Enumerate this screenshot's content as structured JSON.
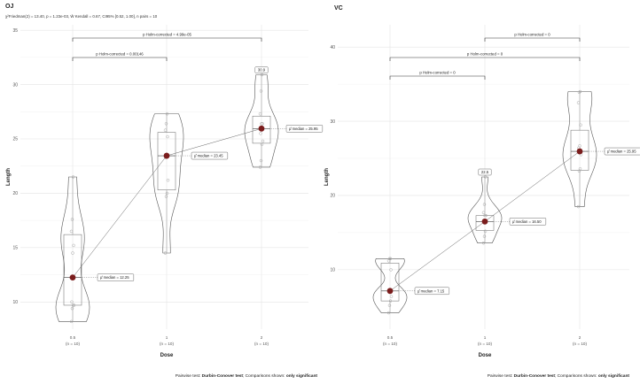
{
  "chart_data": [
    {
      "type": "violin",
      "title": "OJ",
      "subtitle": "χ²Friedman(2) = 13.40, p = 1.23e-03, Ŵ Kendall = 0.67, CI95% [0.52, 1.00], n pairs = 10",
      "xlabel": "Dose",
      "ylabel": "Length",
      "ylim": [
        7.5,
        35.5
      ],
      "yticks": [
        10,
        15,
        20,
        25,
        30,
        35
      ],
      "categories": [
        "0.5",
        "1",
        "2"
      ],
      "category_counts": [
        "(n = 10)",
        "(n = 10)",
        "(n = 10)"
      ],
      "series": [
        {
          "x": "0.5",
          "points": [
            8.2,
            9.4,
            9.7,
            9.7,
            10.0,
            14.5,
            15.2,
            16.5,
            17.6,
            21.5
          ],
          "median": 12.25,
          "q1": 9.7,
          "q3": 16.2,
          "median_label": "μ̂ median = 12.25"
        },
        {
          "x": "1",
          "points": [
            14.5,
            19.7,
            20.0,
            21.2,
            23.3,
            23.6,
            25.2,
            25.8,
            26.4,
            27.3
          ],
          "median": 23.45,
          "q1": 20.3,
          "q3": 25.6,
          "median_label": "μ̂ median = 23.45"
        },
        {
          "x": "2",
          "points": [
            22.4,
            23.0,
            24.5,
            24.8,
            25.5,
            26.4,
            26.4,
            27.3,
            29.4,
            30.9
          ],
          "median": 25.95,
          "q1": 24.6,
          "q3": 27.1,
          "median_label": "μ̂ median = 25.95",
          "outlier": 30.9,
          "outlier_label": "30.9"
        }
      ],
      "comparisons": [
        {
          "from": "0.5",
          "to": "1",
          "label": "p Holm-corrected = 0.00146"
        },
        {
          "from": "0.5",
          "to": "2",
          "label": "p Holm-corrected = 4.99e-05"
        }
      ],
      "caption_prefix": "Pairwise test: ",
      "caption_test": "Durbin-Conover test",
      "caption_mid": "; Comparisons shown: ",
      "caption_shown": "only significant"
    },
    {
      "type": "violin",
      "title": "VC",
      "xlabel": "Dose",
      "ylabel": "Length",
      "ylim": [
        2,
        43
      ],
      "yticks": [
        10,
        20,
        30,
        40
      ],
      "categories": [
        "0.5",
        "1",
        "2"
      ],
      "category_counts": [
        "(n = 10)",
        "(n = 10)",
        "(n = 10)"
      ],
      "series": [
        {
          "x": "0.5",
          "points": [
            4.2,
            5.2,
            5.8,
            6.4,
            7.0,
            7.3,
            10.0,
            11.2,
            11.5,
            11.5
          ],
          "median": 7.15,
          "q1": 5.8,
          "q3": 10.9,
          "median_label": "μ̂ median = 7.15"
        },
        {
          "x": "1",
          "points": [
            13.6,
            14.5,
            15.2,
            16.5,
            16.5,
            17.3,
            17.3,
            17.7,
            18.8,
            22.5
          ],
          "median": 16.5,
          "q1": 15.3,
          "q3": 17.3,
          "median_label": "μ̂ median = 16.50",
          "outlier": 22.5,
          "outlier_label": "22.5"
        },
        {
          "x": "2",
          "points": [
            18.5,
            23.3,
            23.6,
            25.5,
            26.4,
            26.7,
            29.5,
            32.5,
            33.9,
            34.0
          ],
          "median": 25.95,
          "q1": 23.4,
          "q3": 28.8,
          "median_label": "μ̂ median = 25.95"
        }
      ],
      "comparisons": [
        {
          "from": "0.5",
          "to": "1",
          "label": "p Holm-corrected = 0"
        },
        {
          "from": "0.5",
          "to": "2",
          "label": "p Holm-corrected = 0"
        },
        {
          "from": "1",
          "to": "2",
          "label": "p Holm-corrected = 0"
        }
      ],
      "caption_prefix": "Pairwise test: ",
      "caption_test": "Durbin-Conover test",
      "caption_mid": "; Comparisons shown: ",
      "caption_shown": "only significant"
    }
  ]
}
